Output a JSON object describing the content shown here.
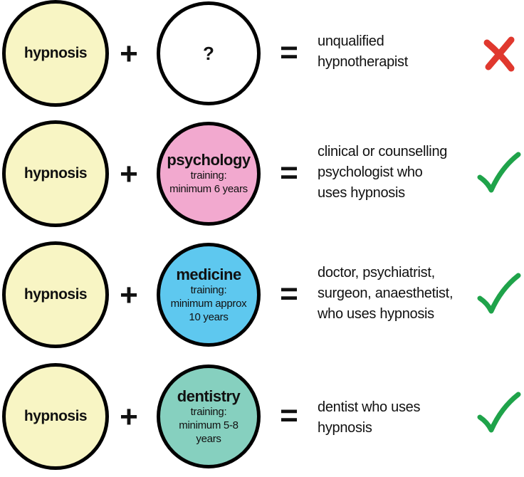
{
  "rows": [
    {
      "left": "hypnosis",
      "plus": "+",
      "right_name": "?",
      "right_sub": [],
      "right_color": "#ffffff",
      "equals": "=",
      "result": [
        "unqualified",
        "hypnotherapist"
      ],
      "verdict": "cross-icon"
    },
    {
      "left": "hypnosis",
      "plus": "+",
      "right_name": "psychology",
      "right_sub": [
        "training:",
        "minimum 6 years"
      ],
      "right_color": "#f2a9cf",
      "equals": "=",
      "result": [
        "clinical or counselling",
        "psychologist who",
        "uses hypnosis"
      ],
      "verdict": "check-icon"
    },
    {
      "left": "hypnosis",
      "plus": "+",
      "right_name": "medicine",
      "right_sub": [
        "training:",
        "minimum approx",
        "10 years"
      ],
      "right_color": "#5ec8ef",
      "equals": "=",
      "result": [
        "doctor, psychiatrist,",
        "surgeon, anaesthetist,",
        "who uses hypnosis"
      ],
      "verdict": "check-icon"
    },
    {
      "left": "hypnosis",
      "plus": "+",
      "right_name": "dentistry",
      "right_sub": [
        "training:",
        "minimum 5-8",
        "years"
      ],
      "right_color": "#86d0bf",
      "equals": "=",
      "result": [
        "dentist who uses",
        "hypnosis"
      ],
      "verdict": "check-icon"
    }
  ],
  "colors": {
    "hypnosis_circle": "#f8f5c4",
    "cross": "#e0382e",
    "check": "#1fa34a",
    "outline": "#000000"
  }
}
